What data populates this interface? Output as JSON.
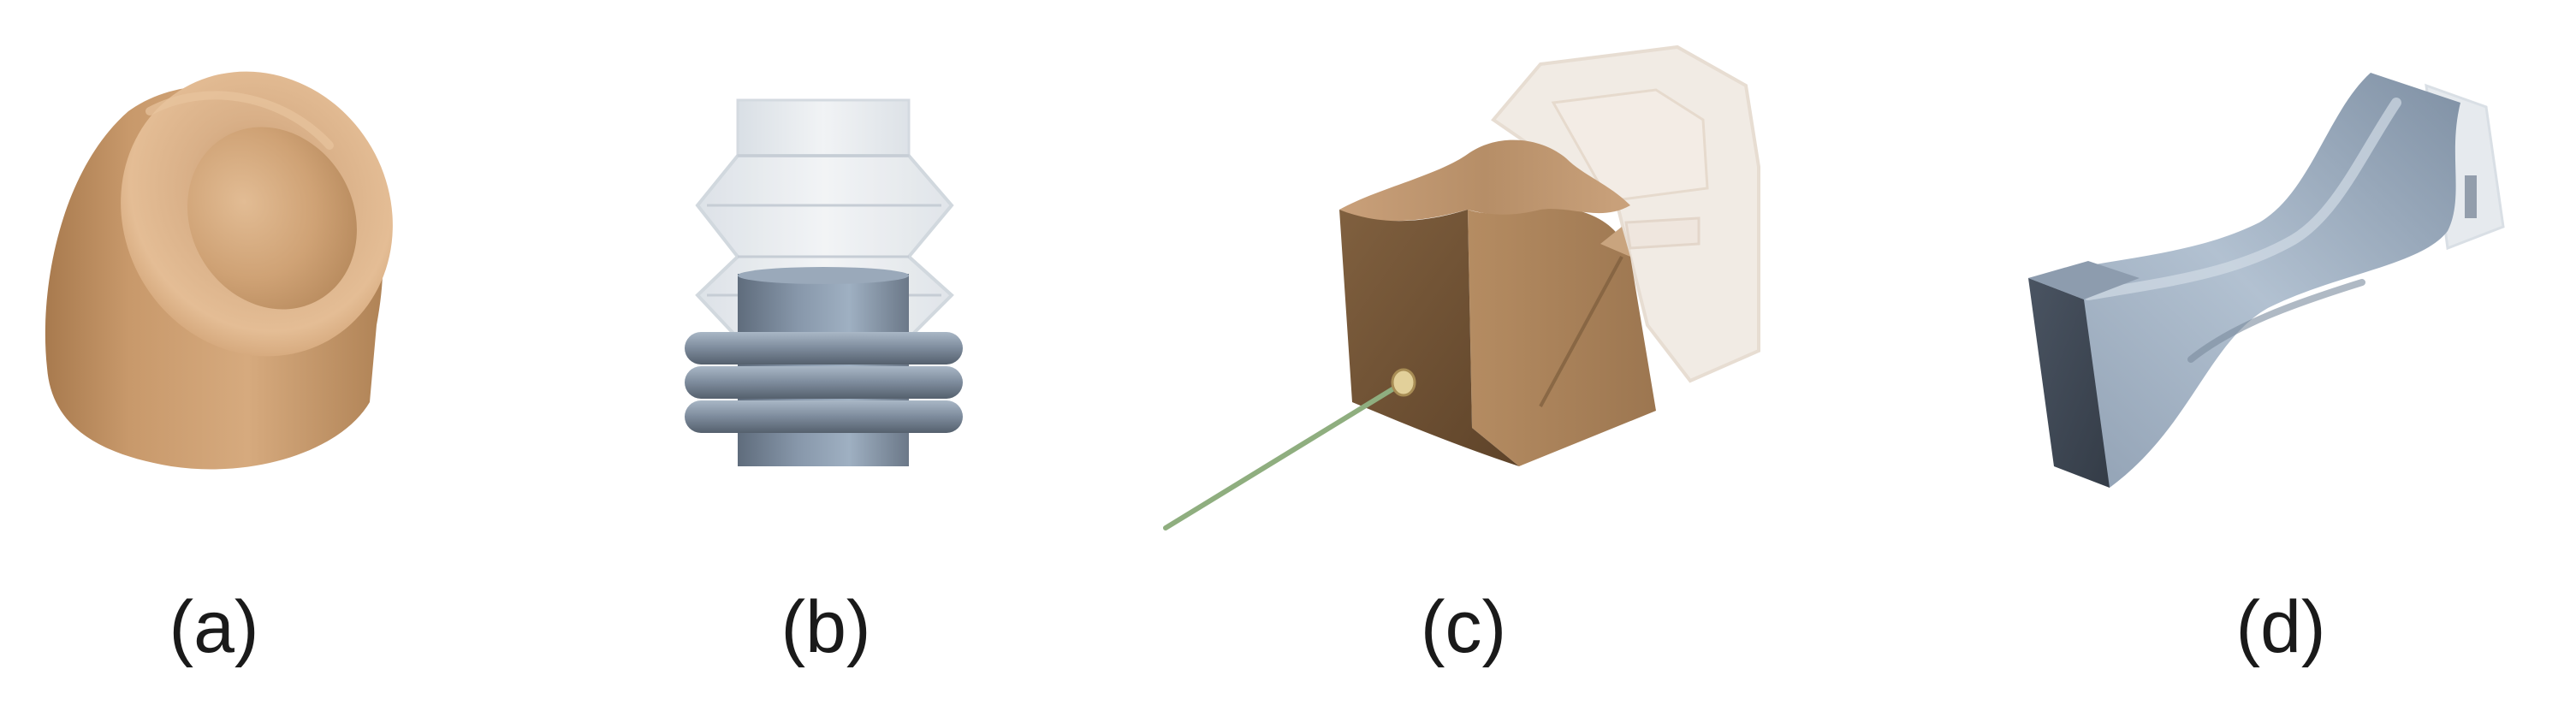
{
  "panels": [
    {
      "id": "a",
      "label": "(a)",
      "shape": "tilted-cylinder-with-dimple",
      "color": "#c89a6c"
    },
    {
      "id": "b",
      "label": "(b)",
      "shape": "bellows-actuator",
      "color": "#8fa0b3"
    },
    {
      "id": "c",
      "label": "(c)",
      "shape": "block-with-fiber-and-transparent-mold",
      "color": "#a8825a"
    },
    {
      "id": "d",
      "label": "(d)",
      "shape": "twisted-bar",
      "color": "#a4b4c6"
    }
  ],
  "colors": {
    "tan": "#c89a6c",
    "tan_dark": "#6e5236",
    "steel": "#8fa0b3",
    "steel_dark": "#3e4652",
    "ghost": "#e8ecf0",
    "fiber": "#8fae7f"
  }
}
